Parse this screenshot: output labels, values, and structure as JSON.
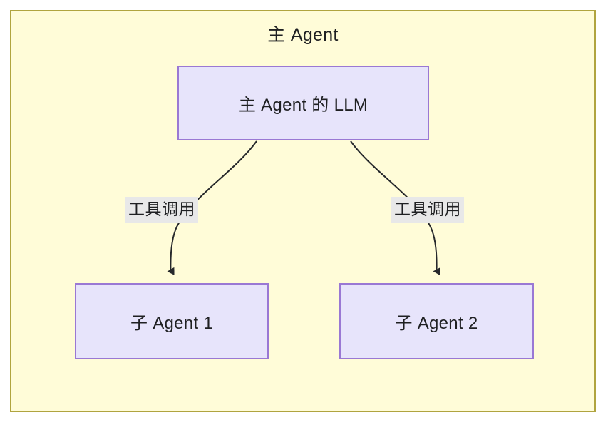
{
  "diagram": {
    "type": "flowchart",
    "direction": "top-down",
    "background_color": "#ffffff",
    "container": {
      "label": "主 Agent",
      "fill_color": "#fffcd8",
      "border_color": "#b0a43f"
    },
    "node_style": {
      "fill_color": "#e7e4fb",
      "border_color": "#9a78d4",
      "text_color": "#1f2022"
    },
    "nodes": [
      {
        "id": "main-llm",
        "label": "主 Agent 的 LLM"
      },
      {
        "id": "sub-agent-1",
        "label": "子 Agent 1"
      },
      {
        "id": "sub-agent-2",
        "label": "子 Agent 2"
      }
    ],
    "edges": [
      {
        "id": "edge-left",
        "from": "main-llm",
        "to": "sub-agent-1",
        "label": "工具调用",
        "label_background": "#e8e8e8",
        "stroke_color": "#26282b",
        "arrowhead": true
      },
      {
        "id": "edge-right",
        "from": "main-llm",
        "to": "sub-agent-2",
        "label": "工具调用",
        "label_background": "#e8e8e8",
        "stroke_color": "#26282b",
        "arrowhead": true
      }
    ]
  }
}
